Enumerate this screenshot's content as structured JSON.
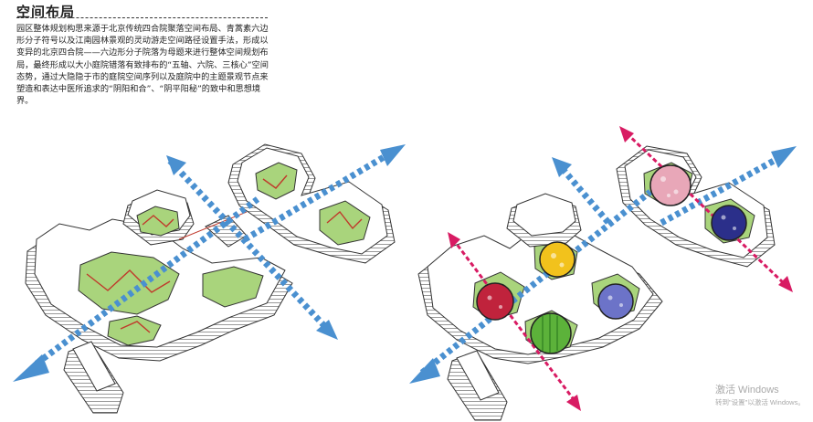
{
  "header": {
    "title": "空间布局",
    "description": "园区整体规划构思来源于北京传统四合院聚落空间布局、青蒿素六边形分子符号以及江南园林景观的灵动游走空间路径设置手法，形成以变异的北京四合院——六边形分子院落为母题来进行整体空间规划布局，最终形成以大小庭院错落有致排布的“五轴、六院、三核心”空间态势，通过大隐隐于市的庭院空间序列以及庭院中的主题景观节点来塑造和表达中医所追求的“阴阳和合”、“阴平阳秘”的致中和思想境界。"
  },
  "colors": {
    "courtyard_green": "#a9d47c",
    "axis_blue": "#4a90d0",
    "axis_magenta": "#d81b63",
    "path_red": "#c0392b",
    "building_outline": "#333333"
  },
  "left_diagram": {
    "axis_arrow_icon": "double-headed-blue-arrow",
    "path_icon": "red-zigzag-path"
  },
  "right_diagram": {
    "axis_arrow_icon": "double-headed-magenta-arrow",
    "nodes": [
      {
        "name": "plum-blossom-node",
        "color": "#e8a7b8"
      },
      {
        "name": "blue-orchid-node",
        "color": "#2b2f8a"
      },
      {
        "name": "yellow-chrysanthemum-node",
        "color": "#f2c21c"
      },
      {
        "name": "red-peony-node",
        "color": "#c0233c"
      },
      {
        "name": "bamboo-node",
        "color": "#5cb23a"
      },
      {
        "name": "hydrangea-node",
        "color": "#6c73c8"
      }
    ]
  },
  "watermark": {
    "line1": "激活 Windows",
    "line2": "转到\"设置\"以激活 Windows。"
  }
}
